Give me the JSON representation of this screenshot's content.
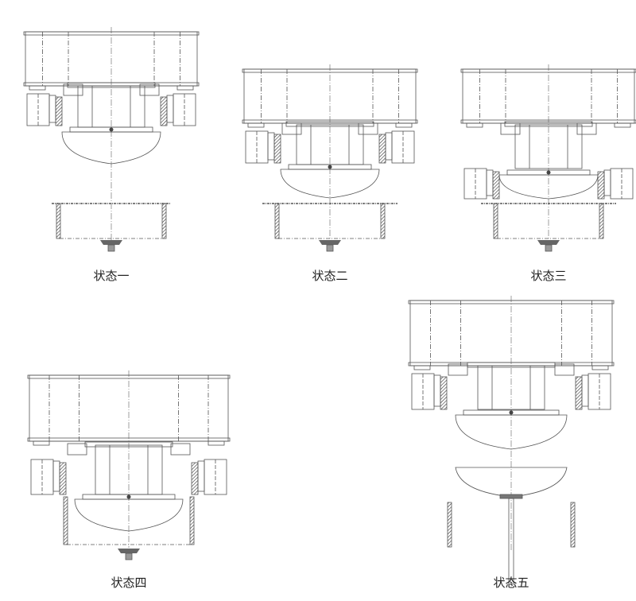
{
  "states": [
    {
      "label": "状态一"
    },
    {
      "label": "状态二"
    },
    {
      "label": "状态三"
    },
    {
      "label": "状态四"
    },
    {
      "label": "状态五"
    }
  ],
  "colors": {
    "line": "#555555",
    "hatch": "#333333",
    "center": "#777777"
  }
}
